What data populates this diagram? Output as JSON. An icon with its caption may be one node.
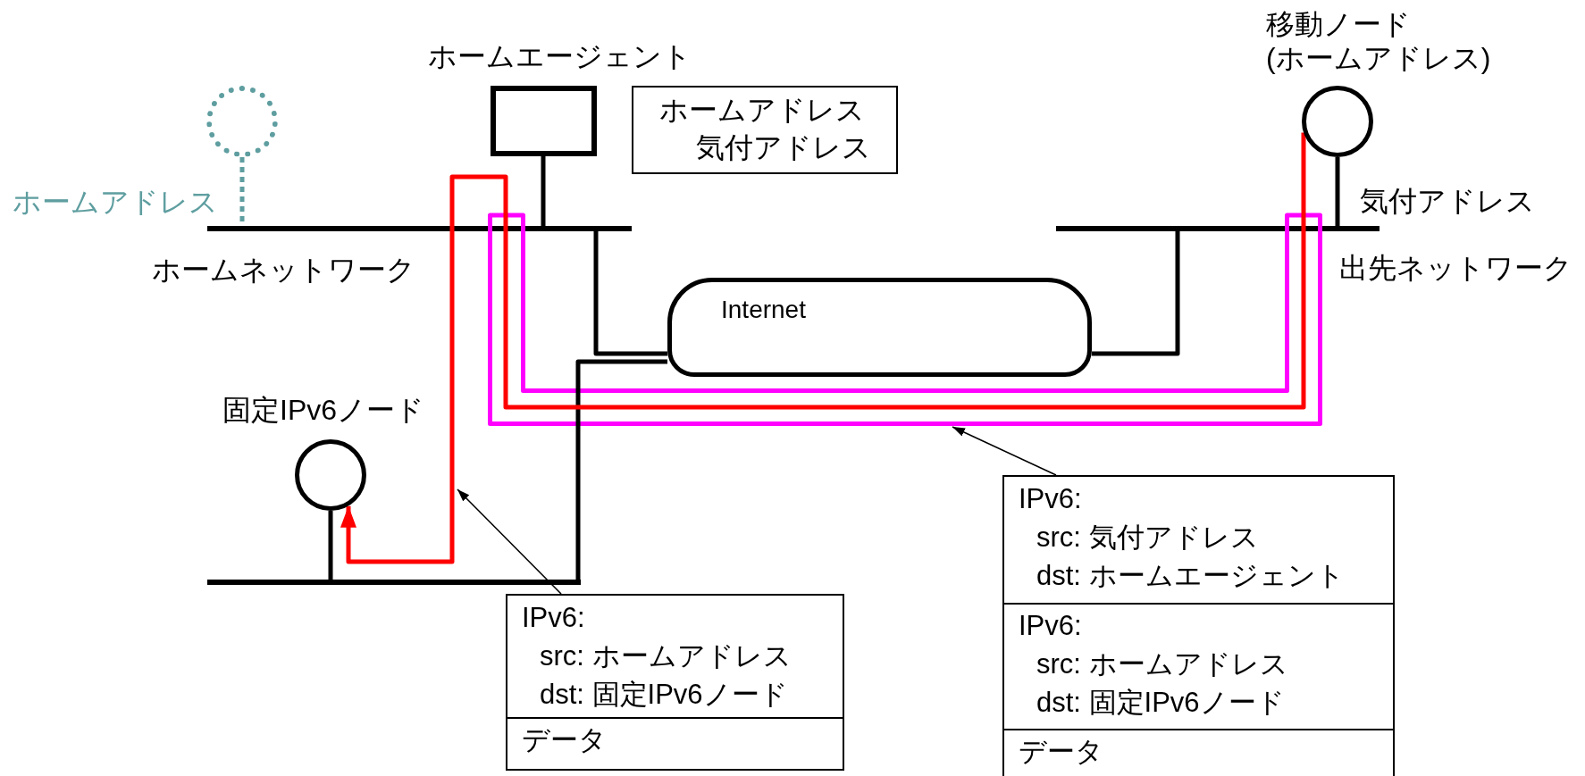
{
  "diagram": {
    "nodes": [
      {
        "text": [
          "ホームエージェント"
        ]
      },
      {
        "text": [
          "ホームアドレス",
          "気付アドレス"
        ]
      },
      {
        "text": [
          "ホームアドレス"
        ]
      },
      {
        "text": [
          "ホームネットワーク"
        ]
      },
      {
        "text": [
          "Internet"
        ]
      },
      {
        "text": [
          "出先ネットワーク"
        ]
      },
      {
        "text": [
          "移動ノード (ホームアドレス)"
        ]
      },
      {
        "text": [
          "固定IPv6ノード"
        ]
      },
      {
        "text": [],
        "shape": "bar"
      },
      {
        "text": [
          "IPv6:",
          "src: ホームアドレス",
          "dst: 固定IPv6ノード",
          "データ"
        ]
      },
      {
        "text": [
          "IPv6:",
          "src: 気付アドレス",
          "dst: ホームエージェント",
          "IPv6:",
          "src: ホームアドレス",
          "dst: 固定IPv6ノード",
          "データ"
        ]
      }
    ],
    "edges": [
      {
        "from": 0,
        "to": 3,
        "arrow": "none"
      },
      {
        "from": 2,
        "to": 3,
        "arrow": "none",
        "style": "dashed",
        "color": "#5f9ea0"
      },
      {
        "from": 3,
        "to": 4,
        "arrow": "none"
      },
      {
        "from": 4,
        "to": 5,
        "arrow": "none"
      },
      {
        "from": 6,
        "to": 5,
        "arrow": "none"
      },
      {
        "from": 4,
        "to": 8,
        "arrow": "none"
      },
      {
        "from": 7,
        "to": 8,
        "arrow": "none"
      },
      {
        "from": 6,
        "to": 7,
        "arrow": "to",
        "color": "#ff0000"
      },
      {
        "from": 9,
        "to": null,
        "arrow": "to"
      },
      {
        "from": 10,
        "to": null,
        "arrow": "to"
      },
      {
        "from": 3,
        "to": 5,
        "arrow": "none",
        "style": "thick",
        "color": "#ff00ff"
      }
    ],
    "labels": [
      "気付アドレス"
    ]
  }
}
